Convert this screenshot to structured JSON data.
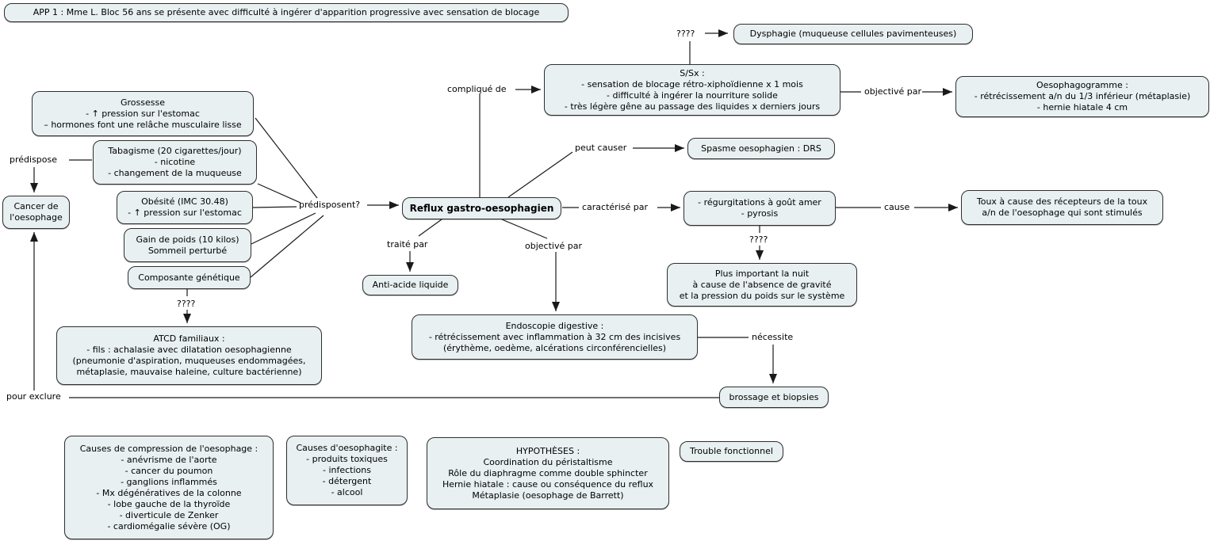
{
  "colors": {
    "node_fill": "#e8f0f1",
    "node_border": "#2f2f2f",
    "connector": "#1a1a1a"
  },
  "nodes": {
    "app": {
      "text": "APP 1 : Mme L. Bloc 56 ans se présente avec difficulté à ingérer d'apparition progressive avec sensation de blocage"
    },
    "dysphagie": {
      "text": "Dysphagie (muqueuse cellules pavimenteuses)"
    },
    "ssx": {
      "text": "S/Sx :\n- sensation de blocage rétro-xiphoïdienne x 1 mois\n- difficulté à ingérer la nourriture solide\n- très légère gêne au passage des liquides x derniers jours"
    },
    "oesophagogramme": {
      "text": "Oesophagogramme :\n- rétrécissement a/n du 1/3 inférieur (métaplasie)\n- hernie hiatale 4 cm"
    },
    "grossesse": {
      "text": "Grossesse\n- ↑ pression sur l'estomac\n– hormones font une relâche musculaire lisse"
    },
    "tabagisme": {
      "text": "Tabagisme (20 cigarettes/jour)\n- nicotine\n- changement de la muqueuse"
    },
    "cancer": {
      "text": "Cancer de\nl'oesophage"
    },
    "obesite": {
      "text": "Obésité (IMC 30.48)\n- ↑ pression sur l'estomac"
    },
    "gain_de_poids": {
      "text": "Gain de poids (10 kilos)\nSommeil perturbé"
    },
    "composante_genetique": {
      "text": "Composante génétique"
    },
    "reflux": {
      "text": "Reflux gastro-oesophagien"
    },
    "regurgitations": {
      "text": "- régurgitations à goût amer\n- pyrosis"
    },
    "toux": {
      "text": "Toux à cause des récepteurs de la toux\na/n de l'oesophage qui sont stimulés"
    },
    "spasme": {
      "text": "Spasme oesophagien : DRS"
    },
    "plus_important": {
      "text": "Plus important la nuit\nà cause de l'absence de gravité\net la pression du poids sur le système"
    },
    "anti_acide": {
      "text": "Anti-acide liquide"
    },
    "endoscopie": {
      "text": "Endoscopie digestive :\n- rétrécissement avec inflammation à 32 cm des incisives\n(érythème, oedème, alcérations circonférencielles)"
    },
    "brossage": {
      "text": "brossage et biopsies"
    },
    "atcd": {
      "text": "ATCD familiaux :\n- fils : achalasie avec dilatation oesophagienne\n(pneumonie d'aspiration, muqueuses endommagées,\nmétaplasie, mauvaise haleine, culture bactérienne)"
    },
    "causes_compression": {
      "text": "Causes de compression de l'oesophage :\n- anévrisme de l'aorte\n- cancer du poumon\n- ganglions inflammés\n- Mx dégénératives de la colonne\n- lobe gauche de la thyroïde\n- diverticule de Zenker\n- cardiomégalie sévère (OG)"
    },
    "causes_oesophagite": {
      "text": "Causes d'oesophagite :\n- produits toxiques\n- infections\n- détergent\n- alcool"
    },
    "hypotheses": {
      "text": "HYPOTHÈSES :\nCoordination du péristaltisme\nRôle du diaphragme comme double sphincter\nHernie hiatale : cause ou conséquence du reflux\nMétaplasie (oesophage de Barrett)"
    },
    "trouble_fonctionnel": {
      "text": "Trouble fonctionnel"
    }
  },
  "links": {
    "q_dysphagie": "????",
    "complique_de": "compliqué de",
    "objective_par_haut": "objectivé par",
    "predispose": "prédispose",
    "predisposent": "prédisposent?",
    "peut_causer": "peut causer",
    "caracterise_par": "caractérisé par",
    "cause": "cause",
    "q_nuit": "????",
    "traite_par": "traité par",
    "objective_par_bas": "objectivé par",
    "necessite": "nécessite",
    "pour_exclure": "pour exclure",
    "q_atcd": "????"
  }
}
